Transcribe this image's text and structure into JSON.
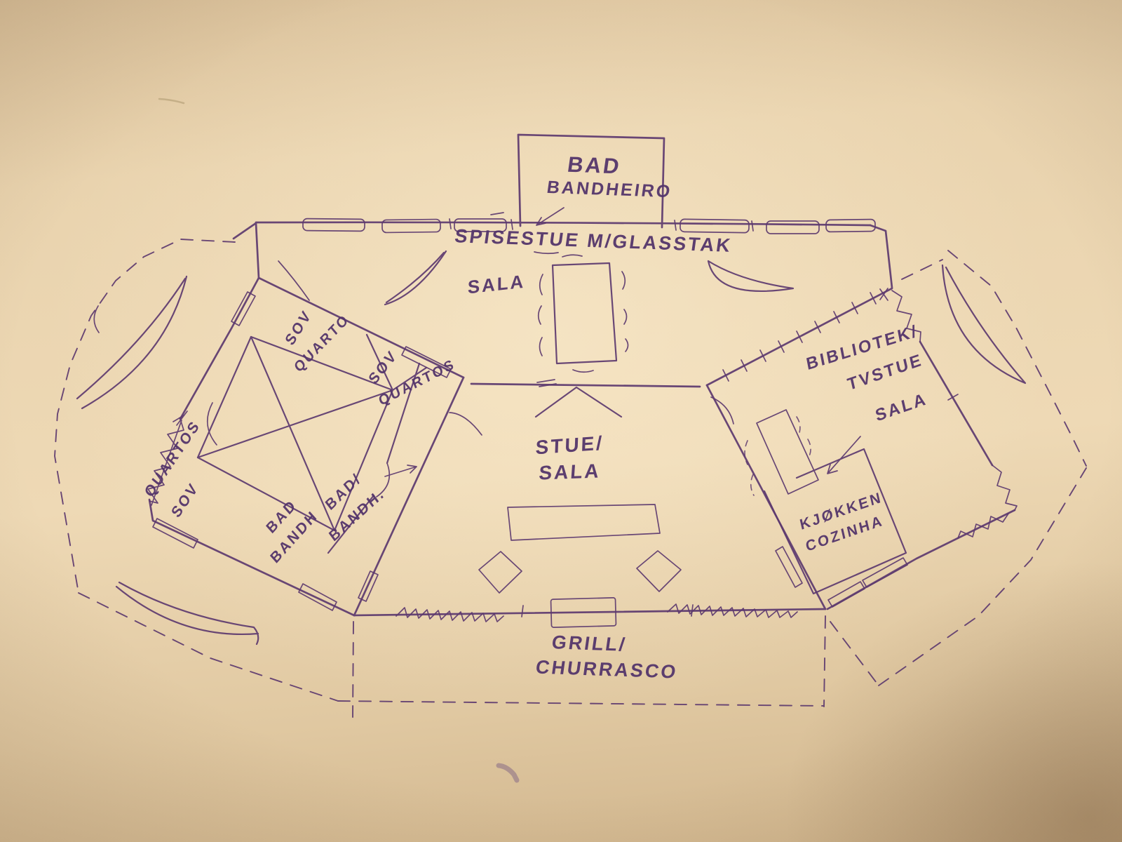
{
  "document_type": "hand-drawn floor plan sketch (pen on paper photo)",
  "ink_color": "#5d3a6f",
  "paper_color": "#e9d3ae",
  "labels": {
    "annex_bath": {
      "l1": "BAD",
      "l2": "BANDHEIRO"
    },
    "dining": {
      "l1": "SPISESTUE M/GLASSTAK",
      "l2": "SALA"
    },
    "living": {
      "l1": "STUE/",
      "l2": "SALA"
    },
    "bedroom1": {
      "l1": "SOV",
      "l2": "QUARTO"
    },
    "bedroom2": {
      "l1": "SOV",
      "l2": "QUARTOS"
    },
    "bedroom_wing": {
      "l1": "QUARTOS",
      "l2": "SOV"
    },
    "bath1": {
      "l1": "BAD",
      "l2": "BANDH"
    },
    "bath2": {
      "l1": "BAD/",
      "l2": "BANDH."
    },
    "library": {
      "l1": "BIBLIOTEK/",
      "l2": "TVSTUE",
      "l3": "SALA"
    },
    "kitchen": {
      "l1": "KJØKKEN",
      "l2": "COZINHA"
    },
    "grill": {
      "l1": "GRILL/",
      "l2": "CHURRASCO"
    }
  }
}
